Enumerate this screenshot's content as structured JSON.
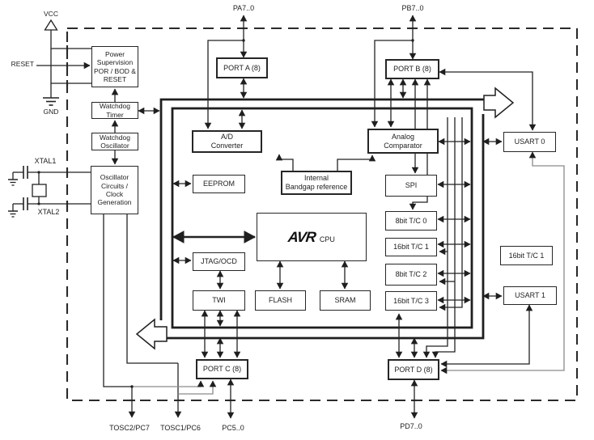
{
  "diagram": {
    "pins": {
      "pa": "PA7..0",
      "pb": "PB7..0",
      "pc": "PC5..0",
      "pd": "PD7..0",
      "tosc2": "TOSC2/PC7",
      "tosc1": "TOSC1/PC6",
      "vcc": "VCC",
      "gnd": "GND",
      "reset": "RESET",
      "xtal1": "XTAL1",
      "xtal2": "XTAL2"
    },
    "blocks": {
      "power": "Power\nSupervision\nPOR / BOD &\nRESET",
      "watchdog_timer": "Watchdog\nTimer",
      "watchdog_oscillator": "Watchdog\nOscillator",
      "oscillator": "Oscillator\nCircuits /\nClock\nGeneration",
      "port_a": "PORT A (8)",
      "port_b": "PORT B (8)",
      "port_c": "PORT C (8)",
      "port_d": "PORT D (8)",
      "adc": "A/D\nConverter",
      "analog_comparator": "Analog\nComparator",
      "usart0": "USART 0",
      "usart1": "USART 1",
      "eeprom": "EEPROM",
      "bandgap": "Internal\nBandgap reference",
      "spi": "SPI",
      "tc0": "8bit T/C 0",
      "tc1": "16bit T/C 1",
      "tc2": "8bit T/C 2",
      "tc3": "16bit T/C 3",
      "tc1_right": "16bit T/C 1",
      "cpu_brand": "AVR",
      "cpu_label": "CPU",
      "jtag": "JTAG/OCD",
      "twi": "TWI",
      "flash": "FLASH",
      "sram": "SRAM"
    },
    "colors": {
      "line": "#222222",
      "gray_line": "#8a8a8a",
      "background": "#ffffff"
    }
  }
}
